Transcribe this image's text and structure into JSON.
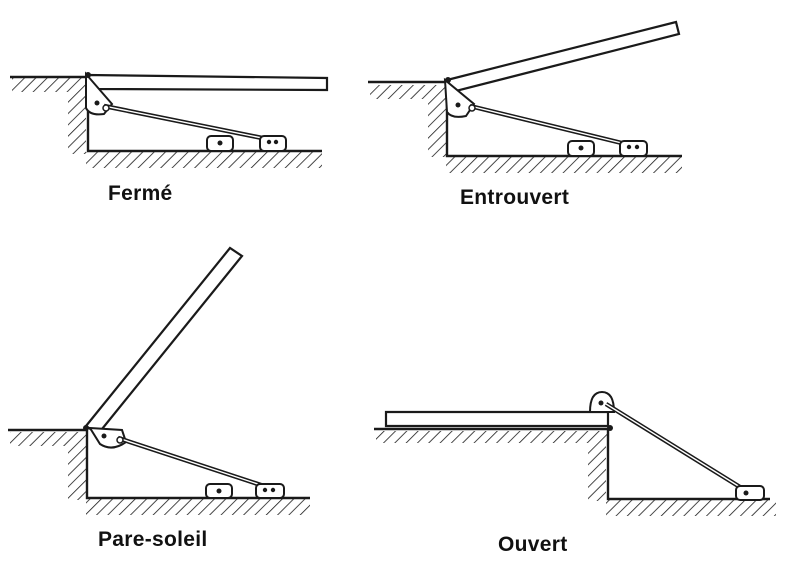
{
  "labels": {
    "ferme": "Fermé",
    "entrouvert": "Entrouvert",
    "pare_soleil": "Pare-soleil",
    "ouvert": "Ouvert"
  },
  "colors": {
    "ink": "#1a1a1a",
    "background": "#ffffff"
  }
}
